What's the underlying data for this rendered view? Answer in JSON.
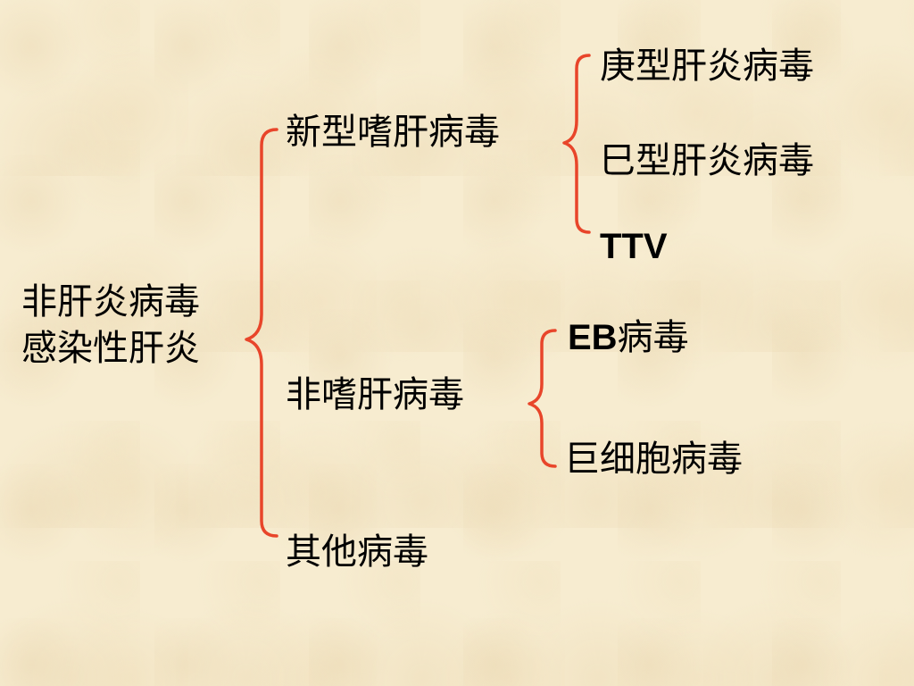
{
  "root": {
    "line1": "非肝炎病毒",
    "line2": "感染性肝炎"
  },
  "level1": {
    "new_hepatotropic": "新型嗜肝病毒",
    "non_hepatotropic": "非嗜肝病毒",
    "other": "其他病毒"
  },
  "level2": {
    "geng": "庚型肝炎病毒",
    "ji": "巳型肝炎病毒",
    "ttv": "TTV",
    "eb_prefix": "EB",
    "eb_suffix": "病毒",
    "cmv": "巨细胞病毒"
  },
  "colors": {
    "background": "#f7ecd0",
    "bracket": "#e8452a",
    "text": "#000000"
  }
}
